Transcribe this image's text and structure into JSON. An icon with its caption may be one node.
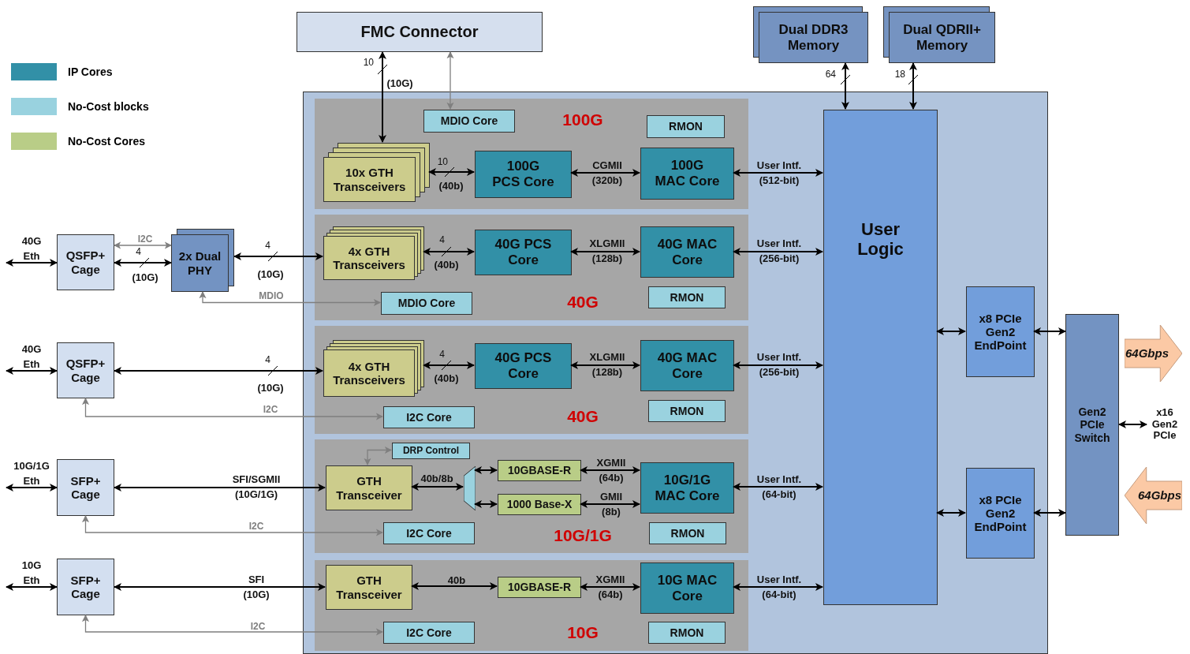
{
  "diagram": {
    "nodes": [
      {
        "text": [
          "FMC Connector"
        ]
      },
      {
        "text": [
          "Dual DDR3 Memory"
        ]
      },
      {
        "text": [
          "Dual QDRII+ Memory"
        ]
      },
      {
        "text": [],
        "shape": "box"
      },
      {
        "text": [
          "100G"
        ],
        "in": 3
      },
      {
        "text": [
          "MDIO Core"
        ],
        "in": 4
      },
      {
        "text": [
          "RMON"
        ],
        "in": 4
      },
      {
        "text": [
          "10x GTH Transceivers"
        ],
        "in": 4
      },
      {
        "text": [
          "100G PCS Core"
        ],
        "in": 4
      },
      {
        "text": [
          "100G MAC Core"
        ],
        "in": 4
      },
      {
        "text": [
          "40G"
        ],
        "in": 3
      },
      {
        "text": [
          "4x GTH Transceivers"
        ],
        "in": 10
      },
      {
        "text": [
          "40G PCS Core"
        ],
        "in": 10
      },
      {
        "text": [
          "40G MAC Core"
        ],
        "in": 10
      },
      {
        "text": [
          "MDIO Core"
        ],
        "in": 10
      },
      {
        "text": [
          "RMON"
        ],
        "in": 10
      },
      {
        "text": [
          "40G"
        ],
        "in": 3
      },
      {
        "text": [
          "4x GTH Transceivers"
        ],
        "in": 16
      },
      {
        "text": [
          "40G PCS Core"
        ],
        "in": 16
      },
      {
        "text": [
          "40G MAC Core"
        ],
        "in": 16
      },
      {
        "text": [
          "I2C Core"
        ],
        "in": 16
      },
      {
        "text": [
          "RMON"
        ],
        "in": 16
      },
      {
        "text": [
          "10G/1G"
        ],
        "in": 3
      },
      {
        "text": [
          "DRP Control"
        ],
        "in": 22
      },
      {
        "text": [
          "GTH Transceiver"
        ],
        "in": 22
      },
      {
        "text": [],
        "shape": "trapezoid",
        "in": 22
      },
      {
        "text": [
          "10GBASE-R"
        ],
        "in": 22
      },
      {
        "text": [
          "1000 Base-X"
        ],
        "in": 22
      },
      {
        "text": [
          "10G/1G MAC Core"
        ],
        "in": 22
      },
      {
        "text": [
          "I2C Core"
        ],
        "in": 22
      },
      {
        "text": [
          "RMON"
        ],
        "in": 22
      },
      {
        "text": [
          "10G"
        ],
        "in": 3
      },
      {
        "text": [
          "GTH Transceiver"
        ],
        "in": 31
      },
      {
        "text": [
          "10GBASE-R"
        ],
        "in": 31
      },
      {
        "text": [
          "10G MAC Core"
        ],
        "in": 31
      },
      {
        "text": [
          "I2C Core"
        ],
        "in": 31
      },
      {
        "text": [
          "RMON"
        ],
        "in": 31
      },
      {
        "text": [
          "User Logic"
        ],
        "in": 3
      },
      {
        "text": [
          "x8 PCIe Gen2 EndPoint"
        ],
        "in": 3
      },
      {
        "text": [
          "x8 PCIe Gen2 EndPoint"
        ],
        "in": 3
      },
      {
        "text": [
          "Gen2 PCIe Switch"
        ]
      },
      {
        "text": [
          "64Gbps"
        ]
      },
      {
        "text": [
          "64Gbps"
        ]
      },
      {
        "text": [
          "x16 Gen2 PCIe"
        ]
      },
      {
        "text": [
          "2x Dual PHY"
        ]
      },
      {
        "text": [
          "QSFP+ Cage"
        ]
      },
      {
        "text": [
          "QSFP+ Cage"
        ]
      },
      {
        "text": [
          "SFP+ Cage"
        ]
      },
      {
        "text": [
          "SFP+ Cage"
        ]
      }
    ],
    "edges": [
      {
        "from": 0,
        "to": 7,
        "arrow": "both",
        "label": "(10G)"
      },
      {
        "from": 0,
        "to": 5,
        "arrow": "both",
        "color": "#7f7f7f"
      },
      {
        "from": 7,
        "to": 8,
        "arrow": "both",
        "label": "(40b)"
      },
      {
        "from": 8,
        "to": 9,
        "arrow": "both",
        "label": "CGMII (320b)"
      },
      {
        "from": 9,
        "to": 37,
        "arrow": "both",
        "label": "User Intf. (512-bit)"
      },
      {
        "from": 11,
        "to": 12,
        "arrow": "both",
        "label": "(40b)"
      },
      {
        "from": 12,
        "to": 13,
        "arrow": "both",
        "label": "XLGMII (128b)"
      },
      {
        "from": 13,
        "to": 37,
        "arrow": "both",
        "label": "User Intf. (256-bit)"
      },
      {
        "from": 17,
        "to": 18,
        "arrow": "both",
        "label": "(40b)"
      },
      {
        "from": 18,
        "to": 19,
        "arrow": "both",
        "label": "XLGMII (128b)"
      },
      {
        "from": 19,
        "to": 37,
        "arrow": "both",
        "label": "User Intf. (256-bit)"
      },
      {
        "from": 23,
        "to": 24,
        "arrow": "both",
        "color": "#7f7f7f"
      },
      {
        "from": 24,
        "to": 25,
        "arrow": "both",
        "label": "40b/8b"
      },
      {
        "from": 25,
        "to": 26,
        "arrow": "both"
      },
      {
        "from": 25,
        "to": 27,
        "arrow": "both"
      },
      {
        "from": 26,
        "to": 28,
        "arrow": "both",
        "label": "XGMII (64b)"
      },
      {
        "from": 27,
        "to": 28,
        "arrow": "both",
        "label": "GMII (8b)"
      },
      {
        "from": 28,
        "to": 37,
        "arrow": "both",
        "label": "User Intf. (64-bit)"
      },
      {
        "from": 32,
        "to": 33,
        "arrow": "both",
        "label": "40b"
      },
      {
        "from": 33,
        "to": 34,
        "arrow": "both",
        "label": "XGMII (64b)"
      },
      {
        "from": 34,
        "to": 37,
        "arrow": "both",
        "label": "User Intf. (64-bit)"
      },
      {
        "from": 1,
        "to": 37,
        "arrow": "both"
      },
      {
        "from": 2,
        "to": 37,
        "arrow": "both"
      },
      {
        "from": 37,
        "to": 38,
        "arrow": "both"
      },
      {
        "from": 37,
        "to": 39,
        "arrow": "both"
      },
      {
        "from": 38,
        "to": 40,
        "arrow": "both"
      },
      {
        "from": 39,
        "to": 40,
        "arrow": "both"
      },
      {
        "from": 40,
        "to": 43,
        "arrow": "both"
      },
      {
        "from": null,
        "to": 45,
        "arrow": "both",
        "label": "40G Eth"
      },
      {
        "from": 45,
        "to": 44,
        "arrow": "both",
        "label": "I2C",
        "color": "#7f7f7f"
      },
      {
        "from": 45,
        "to": 44,
        "arrow": "both",
        "label": "(10G)"
      },
      {
        "from": 44,
        "to": 11,
        "arrow": "both",
        "label": "(10G)"
      },
      {
        "from": 44,
        "to": 14,
        "arrow": "both",
        "label": "MDIO",
        "color": "#7f7f7f"
      },
      {
        "from": null,
        "to": 46,
        "arrow": "both",
        "label": "40G Eth"
      },
      {
        "from": 46,
        "to": 17,
        "arrow": "both",
        "label": "(10G)"
      },
      {
        "from": 46,
        "to": 20,
        "arrow": "both",
        "label": "I2C",
        "color": "#7f7f7f"
      },
      {
        "from": null,
        "to": 47,
        "arrow": "both",
        "label": "10G/1G Eth"
      },
      {
        "from": 47,
        "to": 24,
        "arrow": "both",
        "label": "SFI/SGMII (10G/1G)"
      },
      {
        "from": 47,
        "to": 29,
        "arrow": "both",
        "label": "I2C",
        "color": "#7f7f7f"
      },
      {
        "from": null,
        "to": 48,
        "arrow": "both",
        "label": "10G Eth"
      },
      {
        "from": 48,
        "to": 32,
        "arrow": "both",
        "label": "SFI (10G)"
      },
      {
        "from": 48,
        "to": 35,
        "arrow": "both",
        "label": "I2C",
        "color": "#7f7f7f"
      }
    ],
    "labels": [
      "10",
      "64",
      "18",
      "10",
      "4",
      "4",
      "4",
      "4",
      "4"
    ],
    "legend": [
      {
        "text": "IP Cores",
        "color": "#3290a7"
      },
      {
        "text": "No-Cost blocks",
        "color": "#99d2df"
      },
      {
        "text": "No-Cost Cores",
        "color": "#b9cd87"
      }
    ]
  }
}
